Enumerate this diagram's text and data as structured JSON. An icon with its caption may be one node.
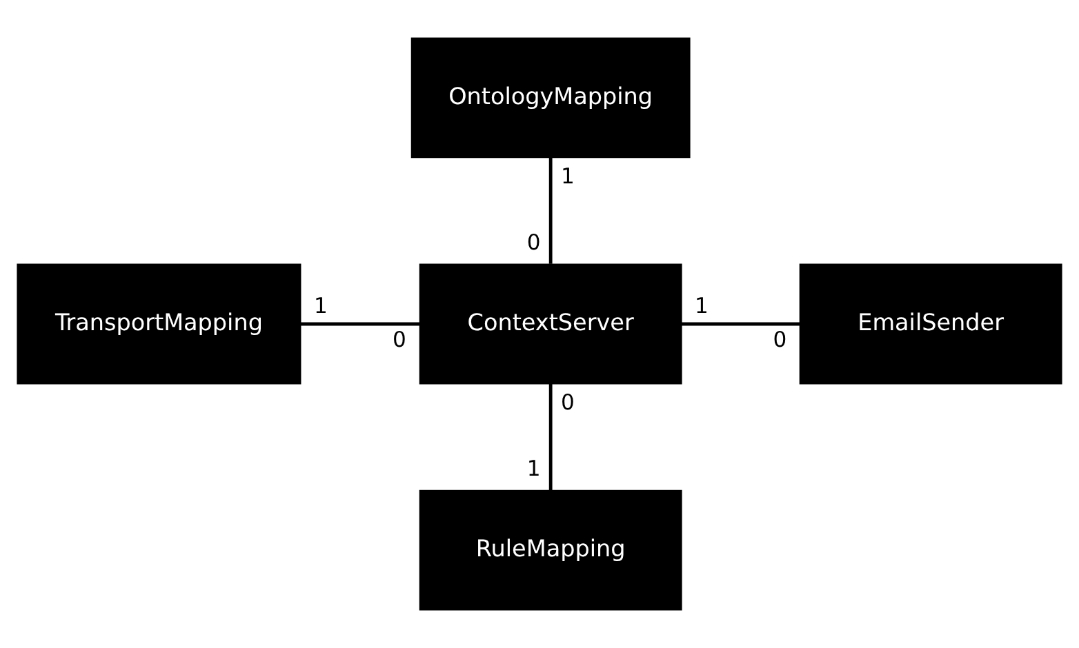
{
  "diagram": {
    "nodes": [
      {
        "text": [
          "OntologyMapping"
        ]
      },
      {
        "text": [
          "TransportMapping"
        ]
      },
      {
        "text": [
          "ContextServer"
        ]
      },
      {
        "text": [
          "EmailSender"
        ]
      },
      {
        "text": [
          "RuleMapping"
        ]
      }
    ],
    "edges": [
      {
        "from": 0,
        "to": 2,
        "arrow": "none"
      },
      {
        "from": 1,
        "to": 2,
        "arrow": "none"
      },
      {
        "from": 2,
        "to": 3,
        "arrow": "none"
      },
      {
        "from": 2,
        "to": 4,
        "arrow": "none"
      }
    ],
    "labels": [
      "1",
      "0",
      "1",
      "0",
      "1",
      "0",
      "0",
      "1"
    ]
  }
}
